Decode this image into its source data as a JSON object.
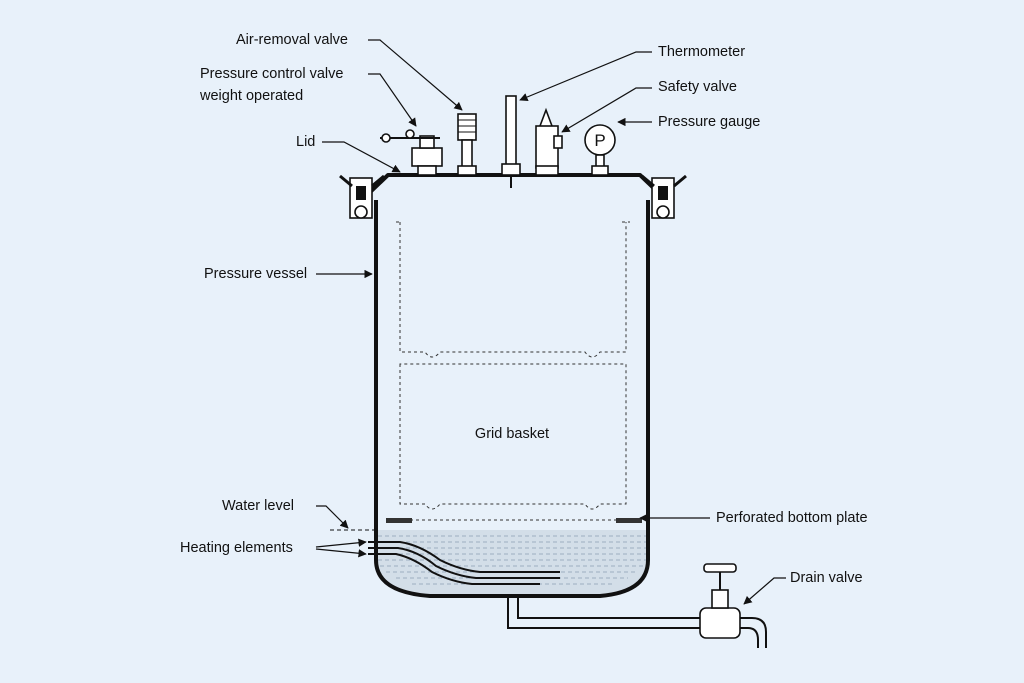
{
  "diagram": {
    "labels": {
      "air_removal_valve": "Air-removal valve",
      "pressure_control_valve_1": "Pressure control valve",
      "pressure_control_valve_2": "weight operated",
      "lid": "Lid",
      "thermometer": "Thermometer",
      "safety_valve": "Safety valve",
      "pressure_gauge": "Pressure gauge",
      "pressure_gauge_symbol": "P",
      "pressure_vessel": "Pressure vessel",
      "grid_basket": "Grid basket",
      "water_level": "Water level",
      "heating_elements": "Heating elements",
      "perforated_bottom_plate": "Perforated bottom plate",
      "drain_valve": "Drain valve"
    },
    "colors": {
      "background": "#e8f1fa",
      "line": "#111111",
      "water": "#cfdbe6"
    }
  }
}
